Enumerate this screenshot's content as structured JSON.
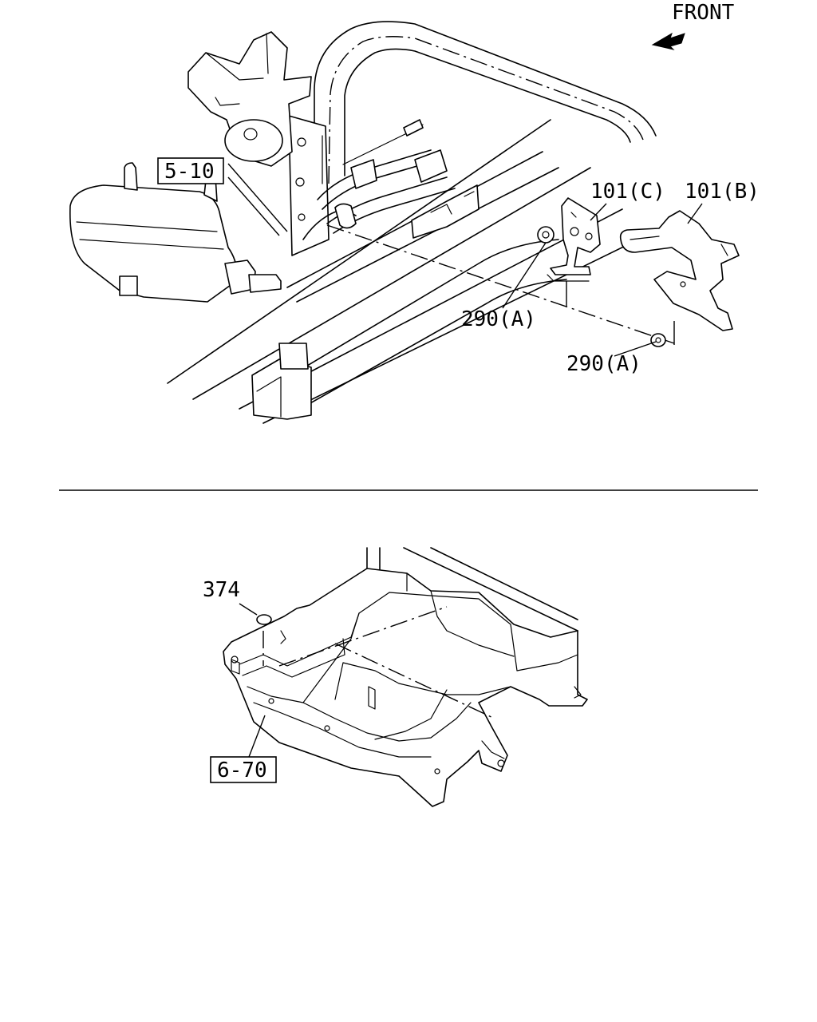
{
  "labels": {
    "front": "FRONT",
    "ref_5_10": "5-10",
    "part_101c": "101(C)",
    "part_101b": "101(B)",
    "part_290a_1": "290(A)",
    "part_290a_2": "290(A)",
    "part_374": "374",
    "ref_6_70": "6-70"
  }
}
